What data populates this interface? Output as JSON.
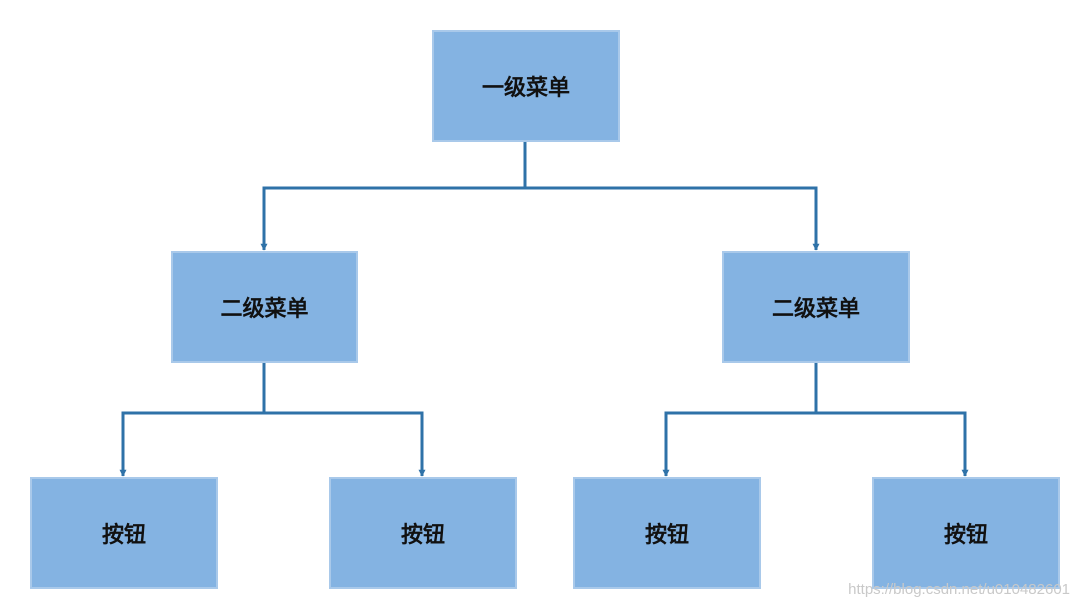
{
  "diagram": {
    "root": {
      "label": "一级菜单"
    },
    "level2": [
      {
        "label": "二级菜单"
      },
      {
        "label": "二级菜单"
      }
    ],
    "buttons": [
      {
        "label": "按钮"
      },
      {
        "label": "按钮"
      },
      {
        "label": "按钮"
      },
      {
        "label": "按钮"
      }
    ]
  },
  "watermark": "https://blog.csdn.net/u010482601",
  "colors": {
    "node_fill": "#84b3e2",
    "node_border": "#a9c9ea",
    "connector": "#2f72a8"
  }
}
